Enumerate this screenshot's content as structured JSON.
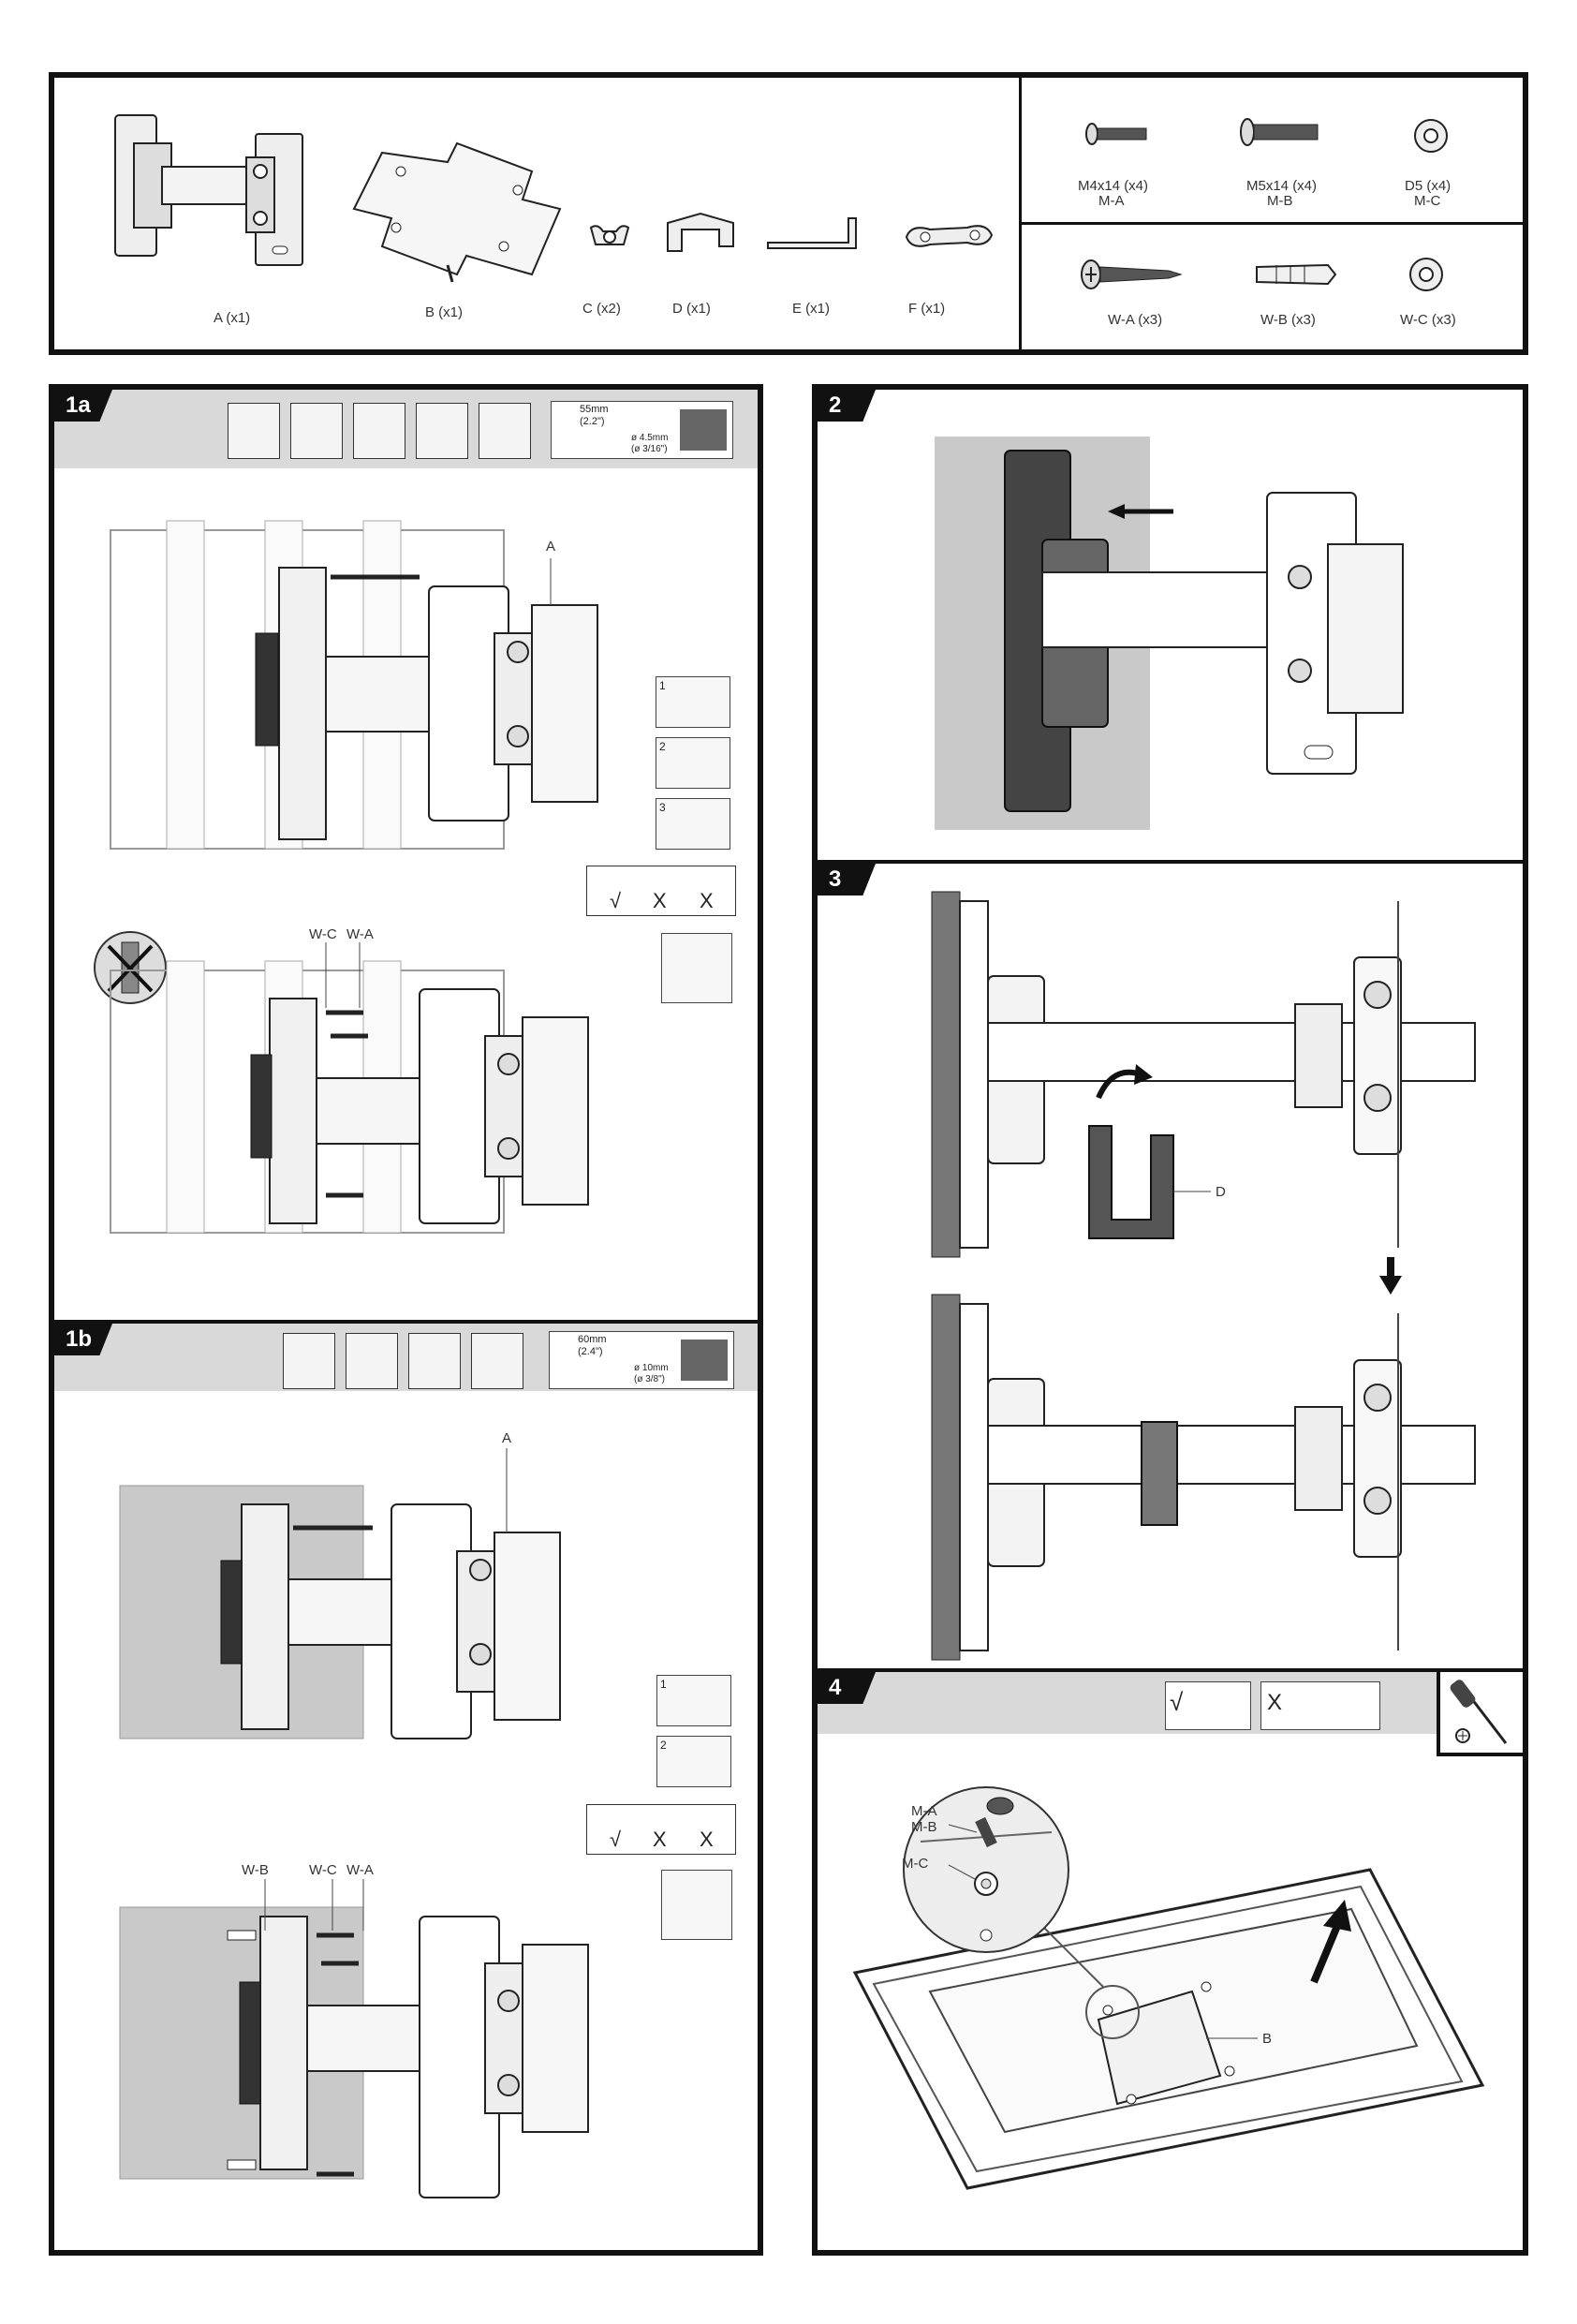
{
  "parts": {
    "A": "A (x1)",
    "B": "B (x1)",
    "C": "C (x2)",
    "D": "D (x1)",
    "E": "E (x1)",
    "F": "F (x1)"
  },
  "hardware": {
    "ma_line1": "M4x14 (x4)",
    "ma_line2": "M-A",
    "mb_line1": "M5x14 (x4)",
    "mb_line2": "M-B",
    "mc_line1": "D5 (x4)",
    "mc_line2": "M-C",
    "wa": "W-A (x3)",
    "wb": "W-B (x3)",
    "wc": "W-C (x3)"
  },
  "steps": {
    "s1a": "1a",
    "s1b": "1b",
    "s2": "2",
    "s3": "3",
    "s4": "4"
  },
  "drill_1a": {
    "depth": "55mm",
    "depth_in": "(2.2\")",
    "dia": "ø 4.5mm",
    "dia_in": "(ø 3/16\")"
  },
  "drill_1b": {
    "depth": "60mm",
    "depth_in": "(2.4\")",
    "dia": "ø 10mm",
    "dia_in": "(ø 3/8\")"
  },
  "callouts": {
    "A": "A",
    "WC": "W-C",
    "WA": "W-A",
    "WB": "W-B",
    "D": "D",
    "B": "B",
    "MA": "M-A",
    "MB": "M-B",
    "MC": "M-C"
  },
  "substeps": {
    "n1": "1",
    "n2": "2",
    "n3": "3"
  },
  "marks": {
    "ok": "√",
    "no": "X"
  }
}
